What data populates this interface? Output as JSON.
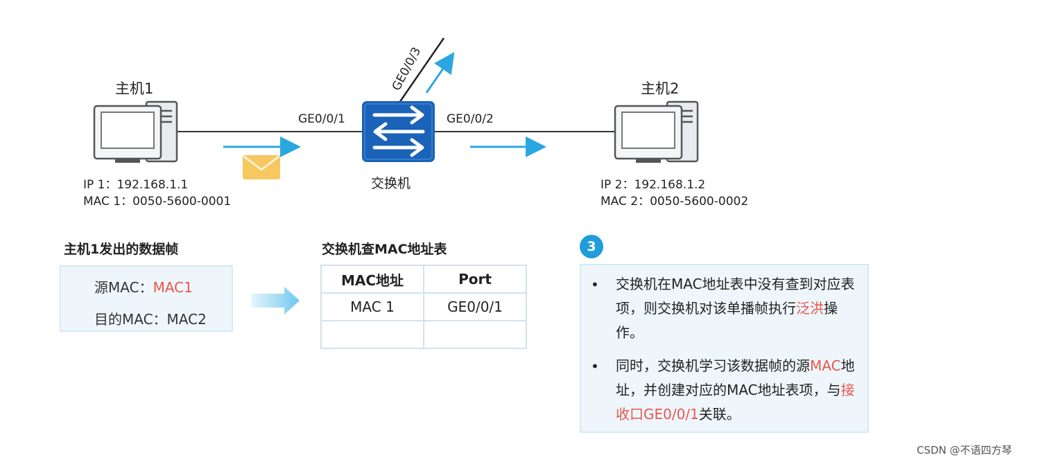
{
  "hosts": {
    "host1": {
      "name": "主机1",
      "ip": "IP 1：192.168.1.1",
      "mac": "MAC 1：0050-5600-0001"
    },
    "host2": {
      "name": "主机2",
      "ip": "IP 2：192.168.1.2",
      "mac": "MAC 2：0050-5600-0002"
    }
  },
  "switch": {
    "name": "交换机"
  },
  "ports": {
    "p1": "GE0/0/1",
    "p2": "GE0/0/2",
    "p3": "GE0/0/3"
  },
  "frame": {
    "title": "主机1发出的数据帧",
    "src_prefix": "源MAC：",
    "src_value": "MAC1",
    "dst_line": "目的MAC：MAC2"
  },
  "mac_table": {
    "title": "交换机查MAC地址表",
    "headers": [
      "MAC地址",
      "Port"
    ],
    "rows": [
      [
        "MAC 1",
        "GE0/0/1"
      ],
      [
        "",
        ""
      ]
    ]
  },
  "step": {
    "number": "3",
    "bullet1": {
      "a": "交换机在MAC地址表中没有查到对应表项，则交换机对该单播帧执行",
      "red": "泛洪",
      "b": "操作。"
    },
    "bullet2": {
      "a": "同时，交换机学习该数据帧的源",
      "red1": "MAC",
      "b": "地址，并创建对应的MAC地址表项，与",
      "red2": "接收口GE0/0/1",
      "c": "关联。"
    }
  },
  "colors": {
    "accent": "#1f9ddc",
    "highlight": "#e8564a",
    "switch": "#1a63b8",
    "envelope": "#f7c760"
  },
  "watermark": "CSDN @不语四方琴"
}
